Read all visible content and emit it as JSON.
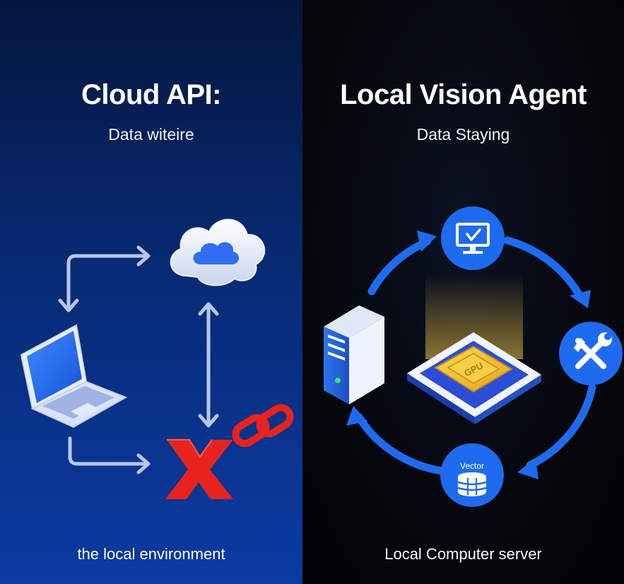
{
  "left_panel": {
    "title": "Cloud API:",
    "subtitle": "Data witeire",
    "caption": "the local environment",
    "icons": [
      "cloud-icon",
      "laptop-icon",
      "error-x-icon",
      "broken-link-icon"
    ]
  },
  "right_panel": {
    "title": "Local Vision Agent",
    "subtitle": "Data Staying",
    "caption": "Local Computer server",
    "gpu_label": "GPU",
    "vector_label": "Vector",
    "icons": [
      "monitor-check-icon",
      "tools-icon",
      "vector-database-icon",
      "server-icon",
      "gpu-chip-icon"
    ]
  },
  "colors": {
    "left_bg_top": "#03163d",
    "left_bg_bottom": "#0b3aa3",
    "right_bg": "#05070d",
    "accent_blue": "#1e6bf0",
    "error_red": "#e8231d",
    "gpu_gold": "#f2c22e"
  }
}
